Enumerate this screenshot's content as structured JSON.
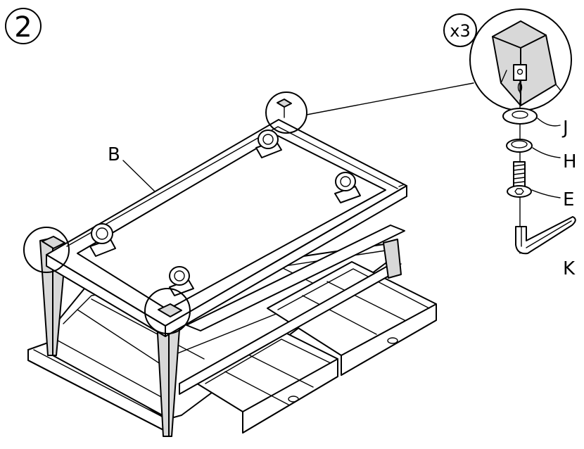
{
  "step": {
    "number": "2"
  },
  "detail": {
    "quantity": "x3"
  },
  "callouts": [
    {
      "id": "B",
      "label": "B"
    },
    {
      "id": "J",
      "label": "J"
    },
    {
      "id": "H",
      "label": "H"
    },
    {
      "id": "E",
      "label": "E"
    },
    {
      "id": "K",
      "label": "K"
    }
  ],
  "colors": {
    "line": "#000000",
    "background": "#ffffff",
    "shade": "#d8d8d8"
  }
}
